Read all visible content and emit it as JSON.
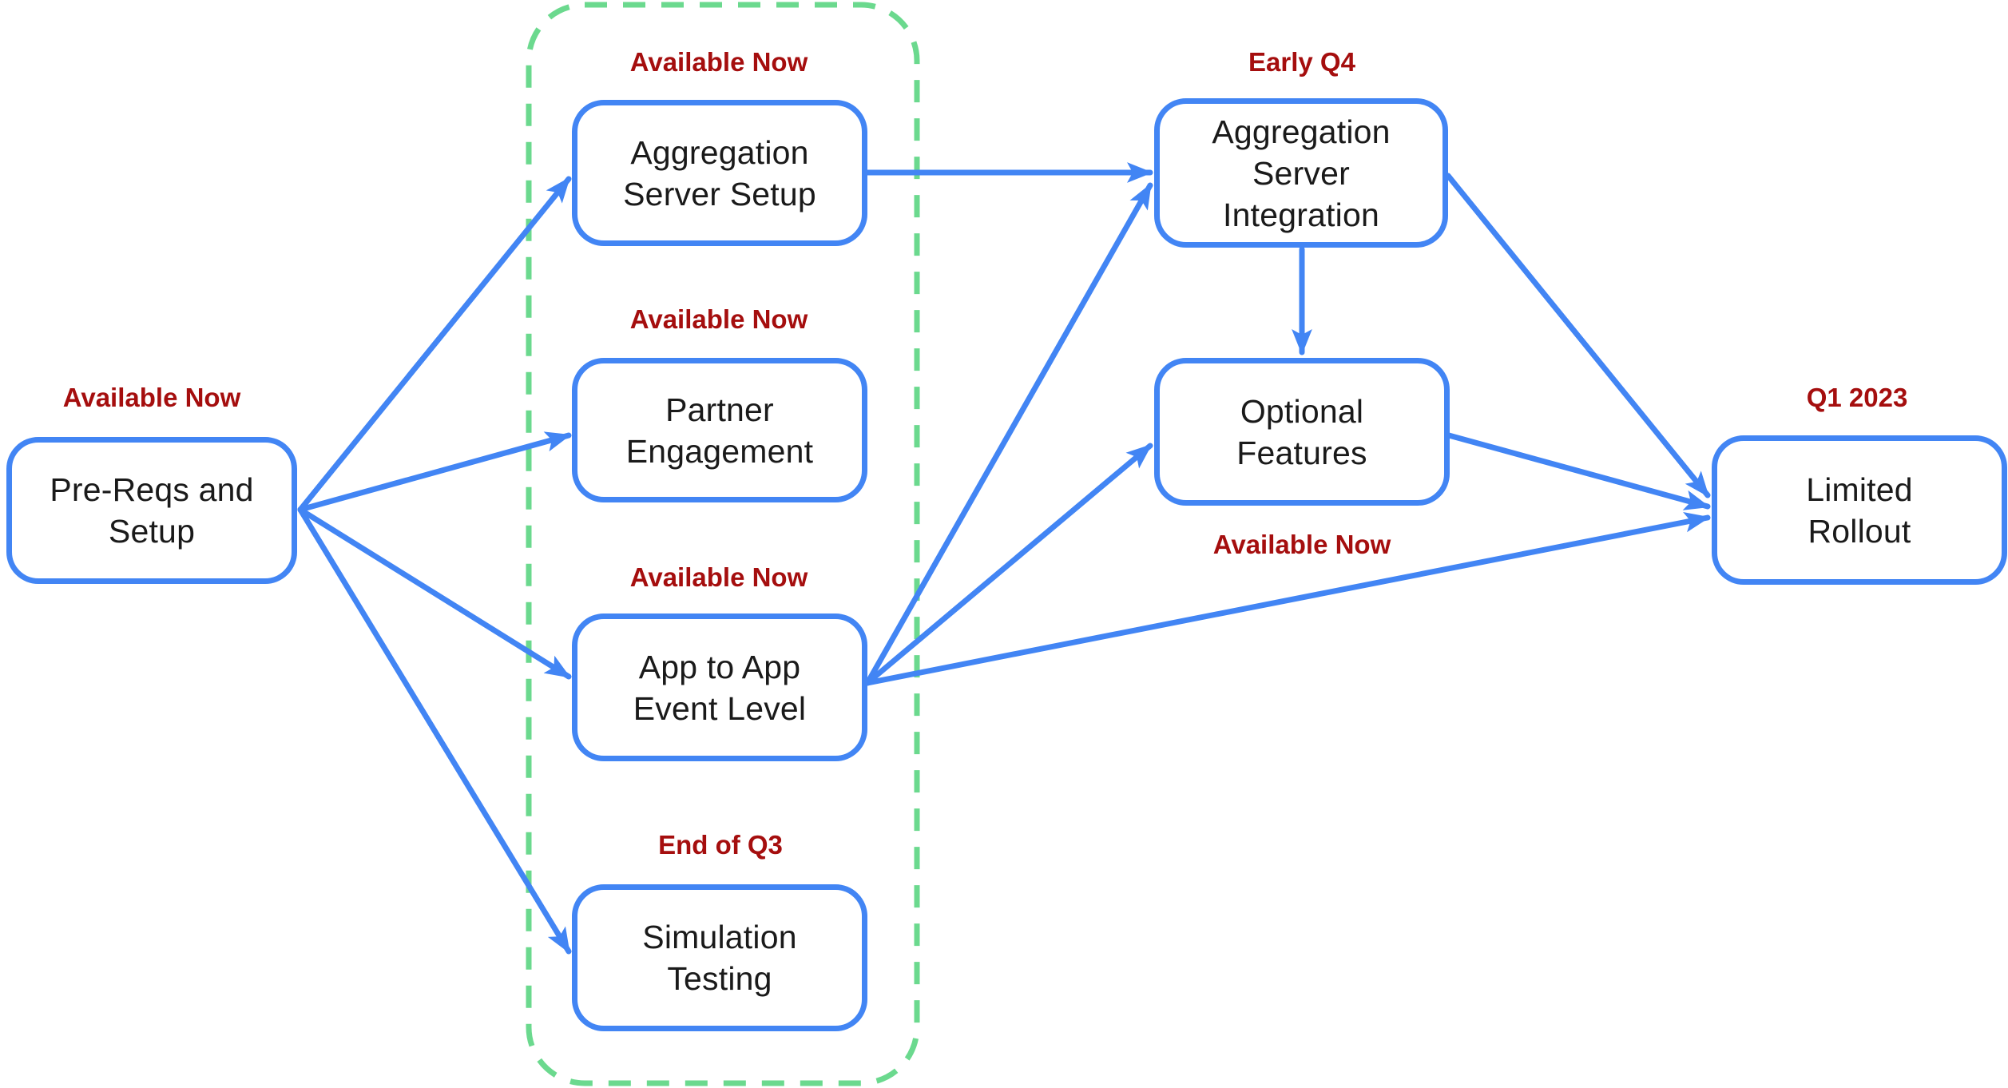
{
  "diagram": {
    "type": "flowchart-roadmap",
    "nodes": {
      "pre_reqs": {
        "label": "Pre-Reqs and Setup",
        "status": "Available Now"
      },
      "agg_setup": {
        "label": "Aggregation Server Setup",
        "status": "Available Now"
      },
      "partner": {
        "label": "Partner Engagement",
        "status": "Available Now"
      },
      "app_to_app": {
        "label": "App to App Event Level",
        "status": "Available Now"
      },
      "simulation": {
        "label": "Simulation Testing",
        "status": "End of Q3"
      },
      "agg_integration": {
        "label": "Aggregation Server Integration",
        "status": "Early Q4"
      },
      "optional": {
        "label": "Optional Features",
        "status": "Available Now"
      },
      "rollout": {
        "label": "Limited Rollout",
        "status": "Q1 2023"
      }
    },
    "group": {
      "members": [
        "agg_setup",
        "partner",
        "app_to_app",
        "simulation"
      ],
      "style": "green-dashed-rounded-rect"
    },
    "edges": [
      {
        "from": "pre_reqs",
        "to": "agg_setup"
      },
      {
        "from": "pre_reqs",
        "to": "partner"
      },
      {
        "from": "pre_reqs",
        "to": "app_to_app"
      },
      {
        "from": "pre_reqs",
        "to": "simulation"
      },
      {
        "from": "agg_setup",
        "to": "agg_integration"
      },
      {
        "from": "app_to_app",
        "to": "agg_integration"
      },
      {
        "from": "app_to_app",
        "to": "optional"
      },
      {
        "from": "app_to_app",
        "to": "rollout"
      },
      {
        "from": "agg_integration",
        "to": "optional"
      },
      {
        "from": "agg_integration",
        "to": "rollout"
      },
      {
        "from": "optional",
        "to": "rollout"
      }
    ],
    "colors": {
      "node_border": "#4285F4",
      "arrow": "#4285F4",
      "status_text": "#A50E0E",
      "group_border": "#6BD98E",
      "node_text": "#1A1A1A",
      "background": "#FFFFFF"
    }
  }
}
